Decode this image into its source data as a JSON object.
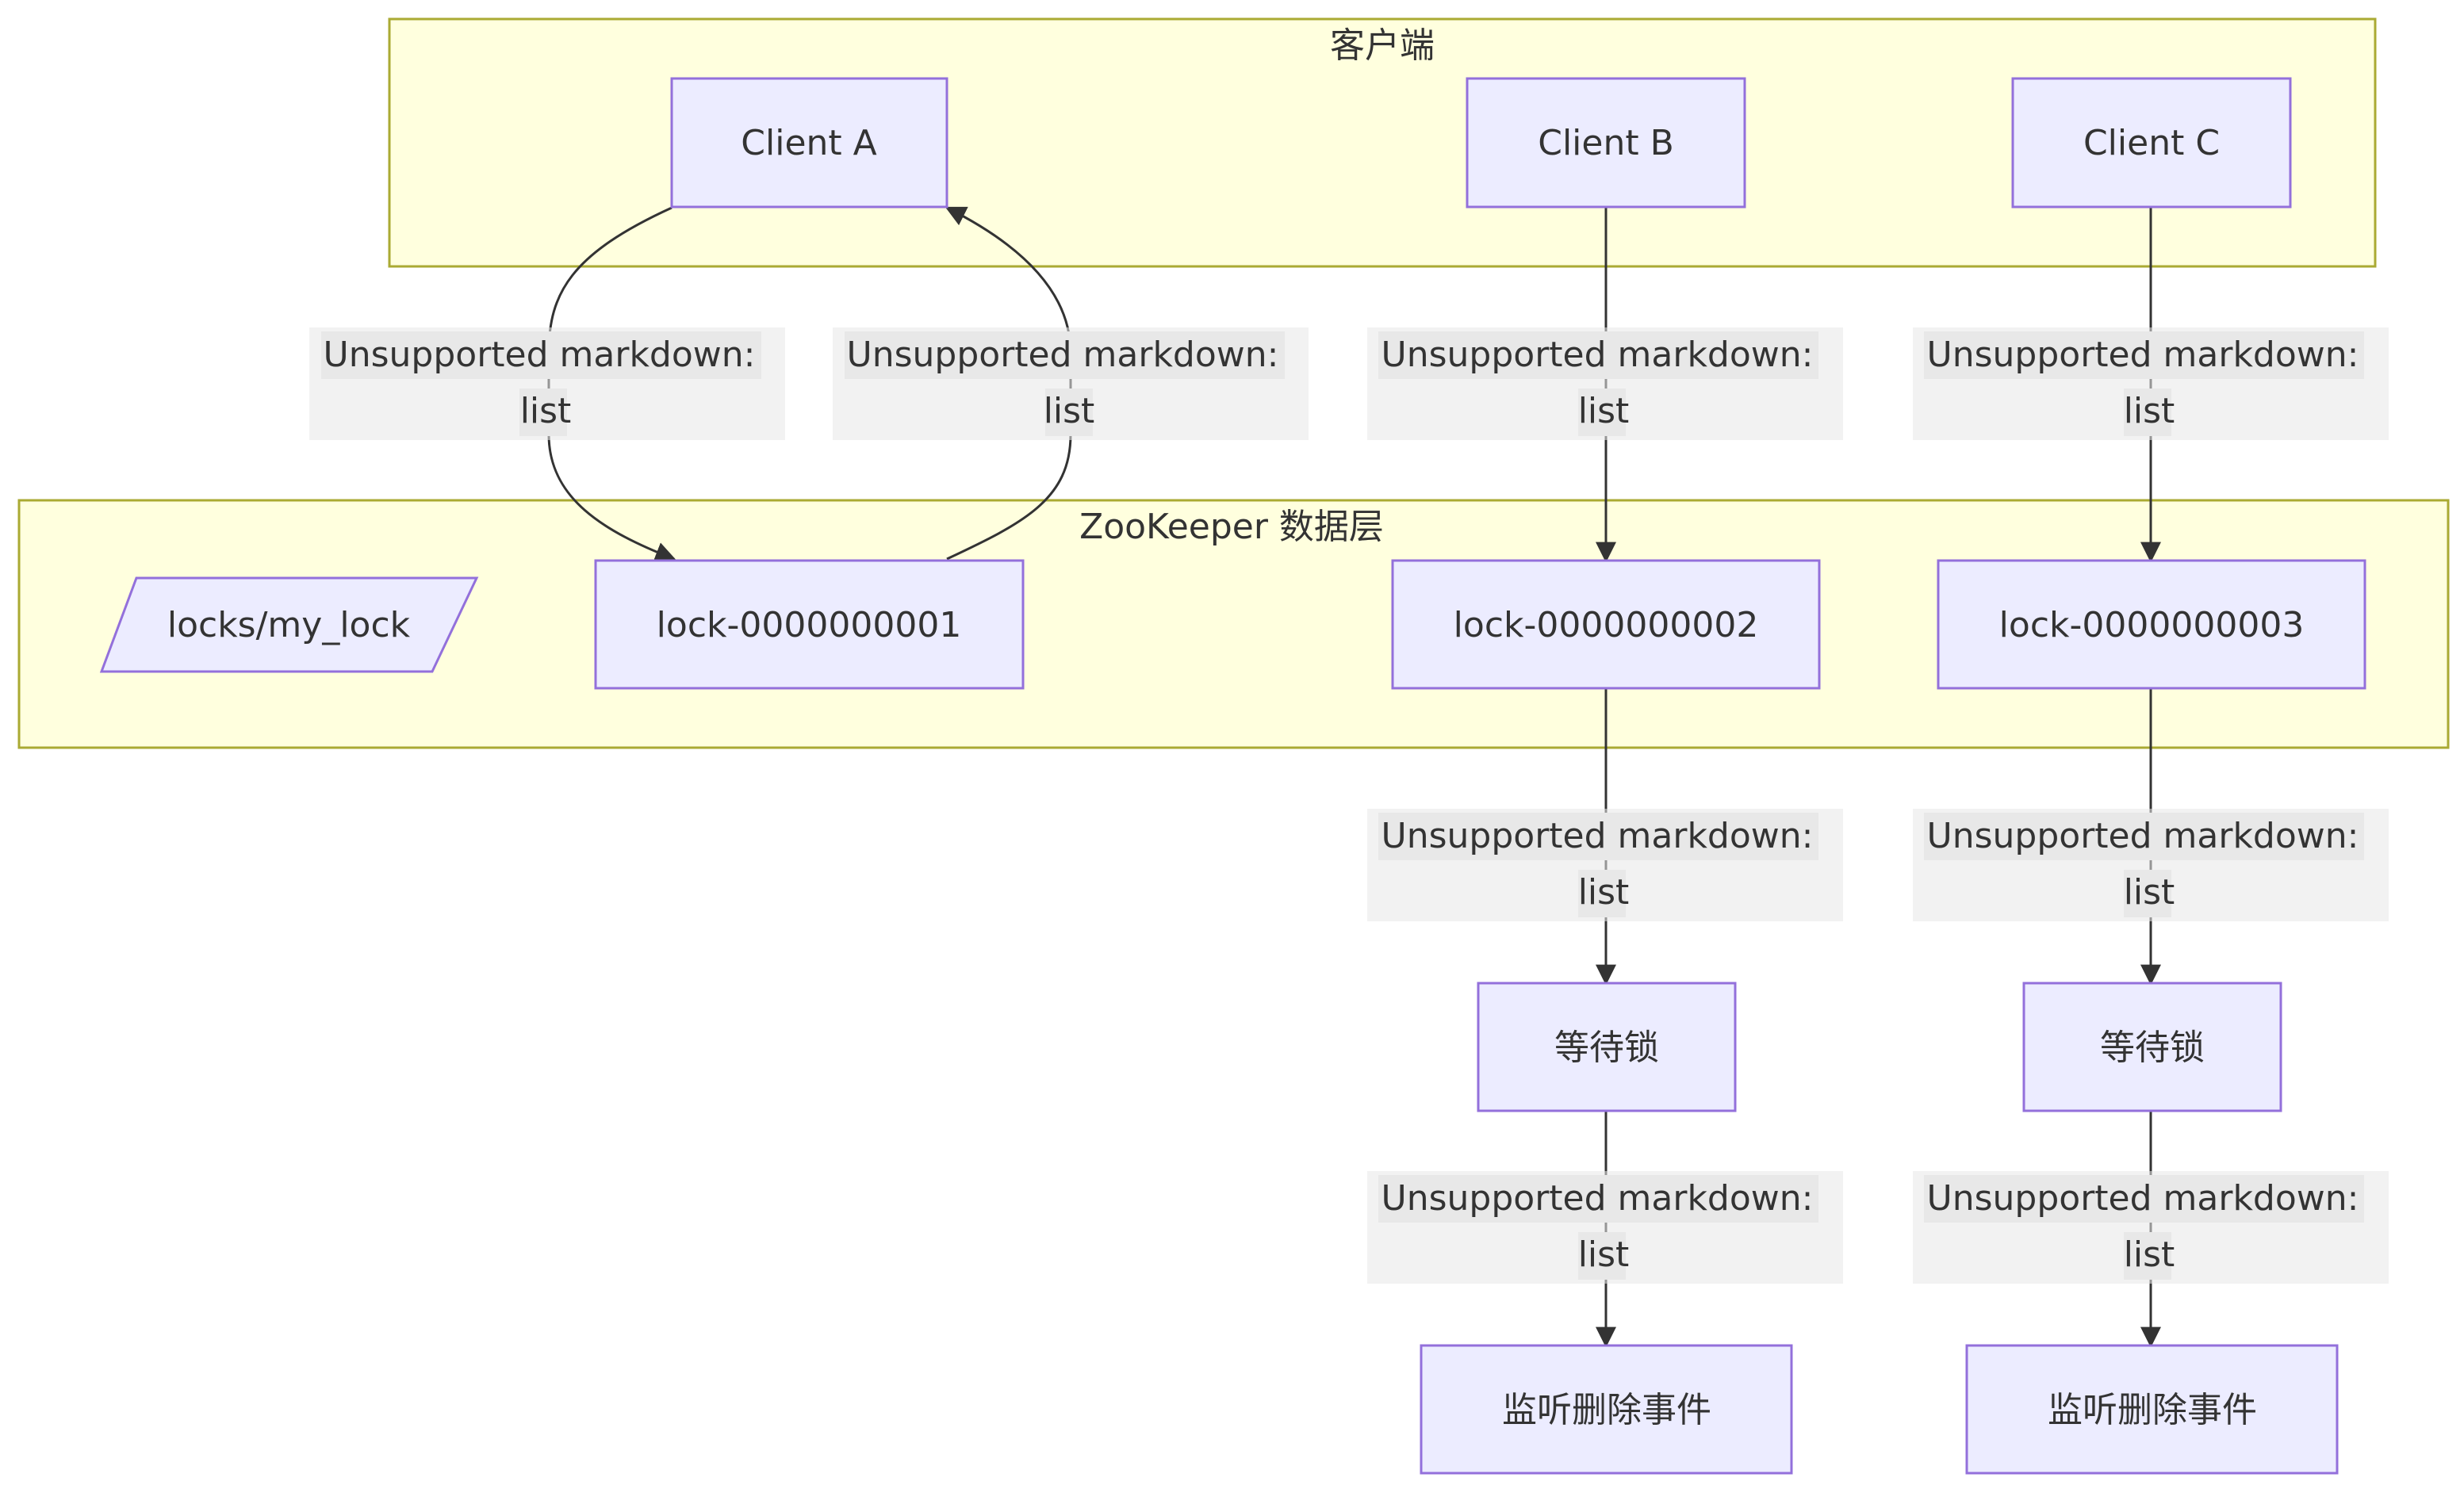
{
  "clusters": {
    "client": "客户端",
    "zookeeper": "ZooKeeper 数据层"
  },
  "nodes": {
    "client_a": "Client A",
    "client_b": "Client B",
    "client_c": "Client C",
    "root": "locks/my_lock",
    "lock1": "lock-0000000001",
    "lock2": "lock-0000000002",
    "lock3": "lock-0000000003",
    "wait_b": "等待锁",
    "wait_c": "等待锁",
    "watch_b": "监听删除事件",
    "watch_c": "监听删除事件"
  },
  "edge_label": {
    "line1": "Unsupported markdown:",
    "line2": "list"
  },
  "colors": {
    "cluster_fill": "#ffffde",
    "cluster_stroke": "#aaaa33",
    "node_fill": "#ececff",
    "node_stroke": "#9370db",
    "edge": "#333333",
    "label_bg": "#e8e8e8"
  }
}
